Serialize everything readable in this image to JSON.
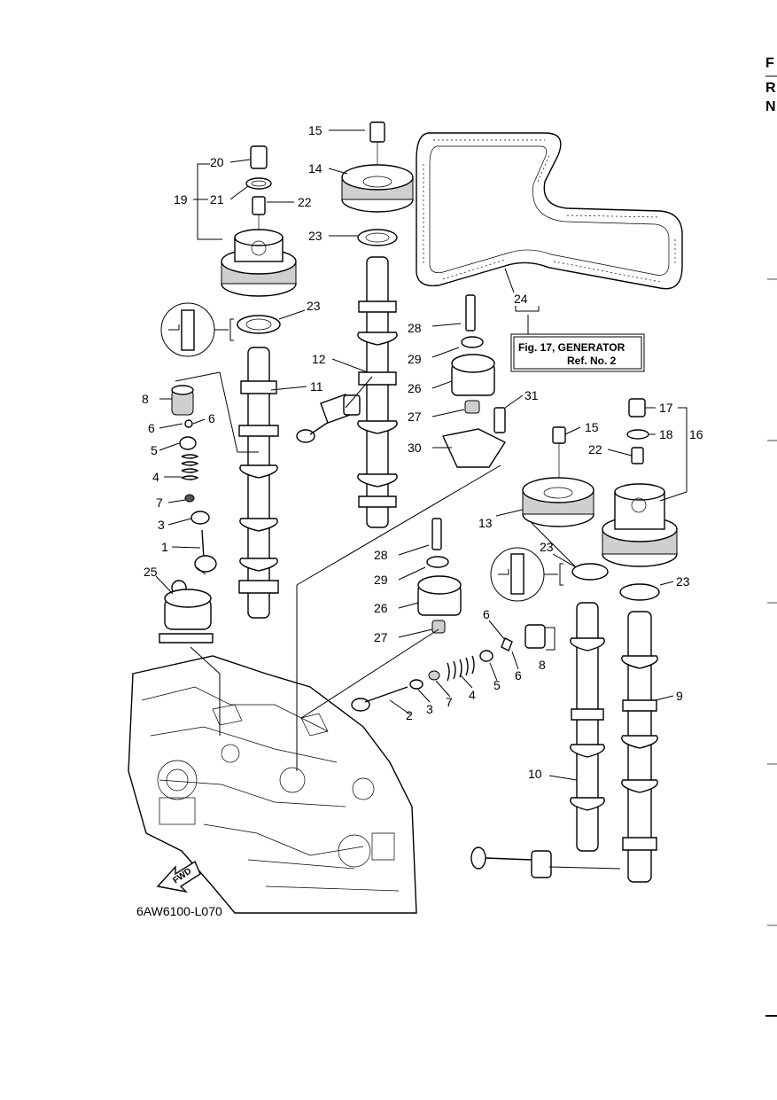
{
  "edge_labels": {
    "top": "F",
    "second": "R",
    "third": "N"
  },
  "reference_box": {
    "line1": "Fig. 17, GENERATOR",
    "line2": "Ref. No. 2"
  },
  "drawing_code": "6AW6100-L070",
  "fwd_label": "FWD",
  "callouts": {
    "c15a": "15",
    "c14": "14",
    "c20": "20",
    "c19": "19",
    "c21": "21",
    "c22a": "22",
    "c23a": "23",
    "c23b": "23",
    "c24": "24",
    "c28a": "28",
    "c29a": "29",
    "c12": "12",
    "c11": "11",
    "c26a": "26",
    "c8a": "8",
    "c31": "31",
    "c6a": "6",
    "c6b": "6",
    "c27a": "27",
    "c5a": "5",
    "c17": "17",
    "c15b": "15",
    "c18": "18",
    "c16": "16",
    "c30": "30",
    "c4a": "4",
    "c22b": "22",
    "c7a": "7",
    "c3a": "3",
    "c13": "13",
    "c1": "1",
    "c23c": "23",
    "c28b": "28",
    "c23d": "23",
    "c25": "25",
    "c29b": "29",
    "c26b": "26",
    "c6c": "6",
    "c27b": "27",
    "c8b": "8",
    "c6d": "6",
    "c5b": "5",
    "c4b": "4",
    "c9": "9",
    "c7b": "7",
    "c3b": "3",
    "c2": "2",
    "c10": "10"
  }
}
